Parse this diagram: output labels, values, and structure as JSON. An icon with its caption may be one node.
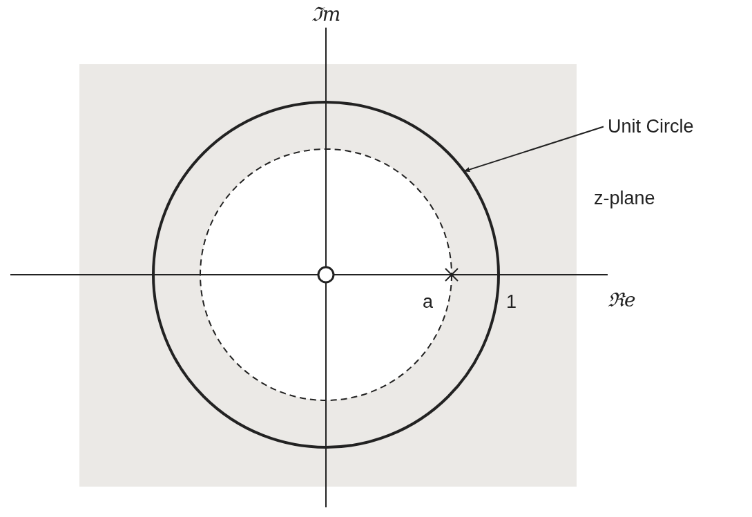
{
  "diagram": {
    "nodes": [
      {
        "text": [
          "Unit Circle"
        ]
      },
      {
        "text": [],
        "shape": "circle"
      }
    ],
    "edges": [
      {
        "from": 0,
        "to": 1,
        "arrow": "to"
      }
    ],
    "labels": [
      "ℑm",
      "z-plane",
      "a",
      "1",
      "ℜe"
    ]
  }
}
